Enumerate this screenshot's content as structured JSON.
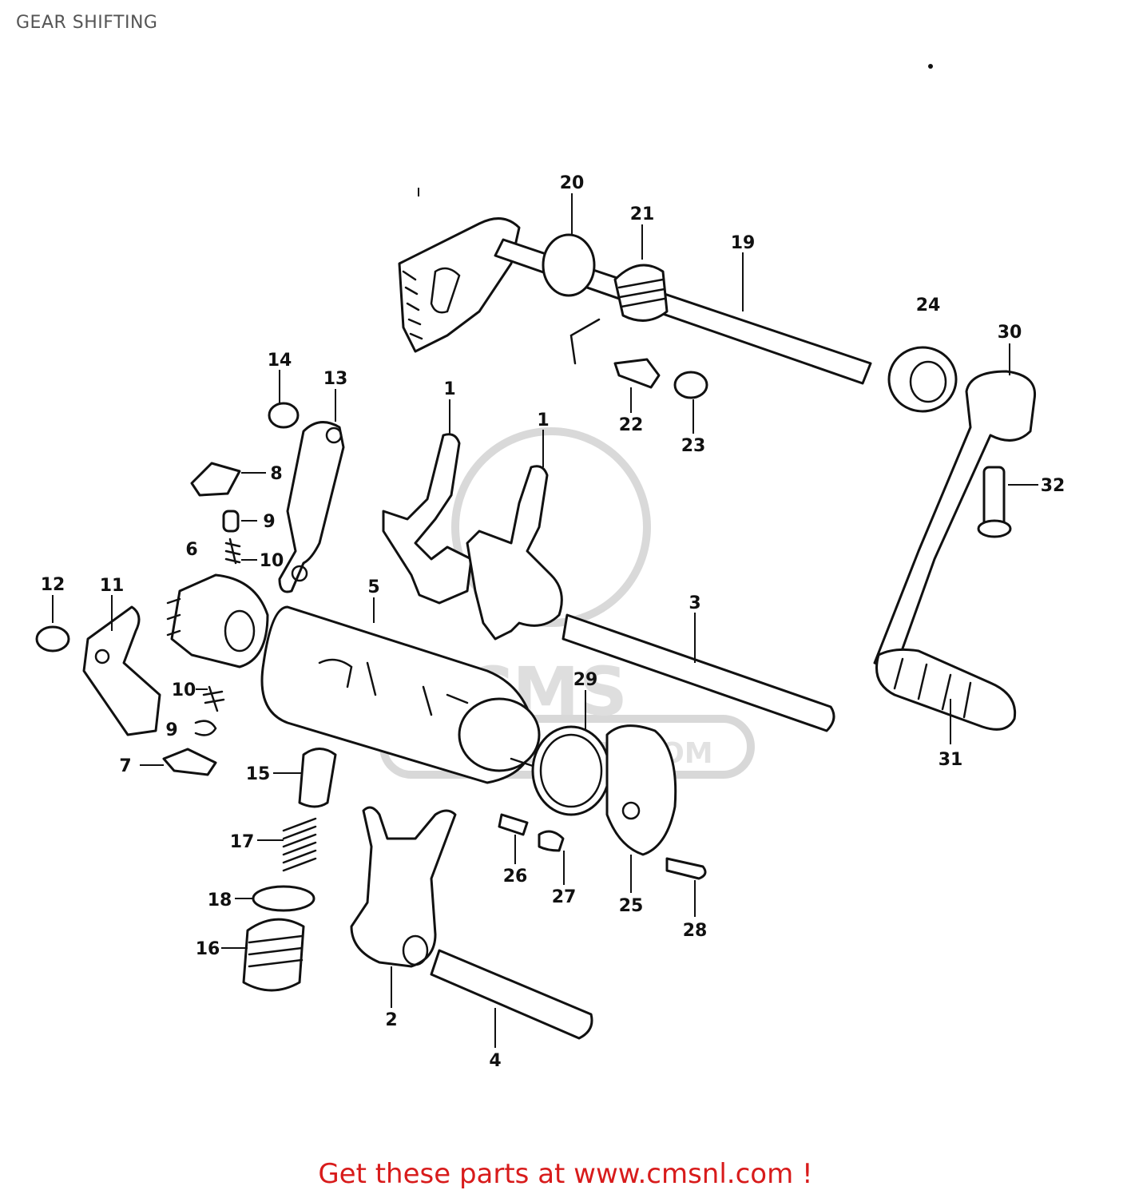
{
  "title": "GEAR SHIFTING",
  "footer": "Get these parts at www.cmsnl.com !",
  "watermark": {
    "brand": "CMS",
    "url": "WWW.CMSNL.COM"
  },
  "colors": {
    "footer": "#d81b1b",
    "title": "#555555",
    "ink": "#111111",
    "watermark": "#cfcfcf"
  },
  "callouts": [
    "1",
    "1",
    "2",
    "3",
    "4",
    "5",
    "6",
    "7",
    "8",
    "9",
    "9",
    "10",
    "10",
    "11",
    "12",
    "13",
    "14",
    "15",
    "16",
    "17",
    "18",
    "19",
    "20",
    "21",
    "22",
    "23",
    "24",
    "25",
    "26",
    "27",
    "28",
    "29",
    "30",
    "31",
    "32"
  ]
}
